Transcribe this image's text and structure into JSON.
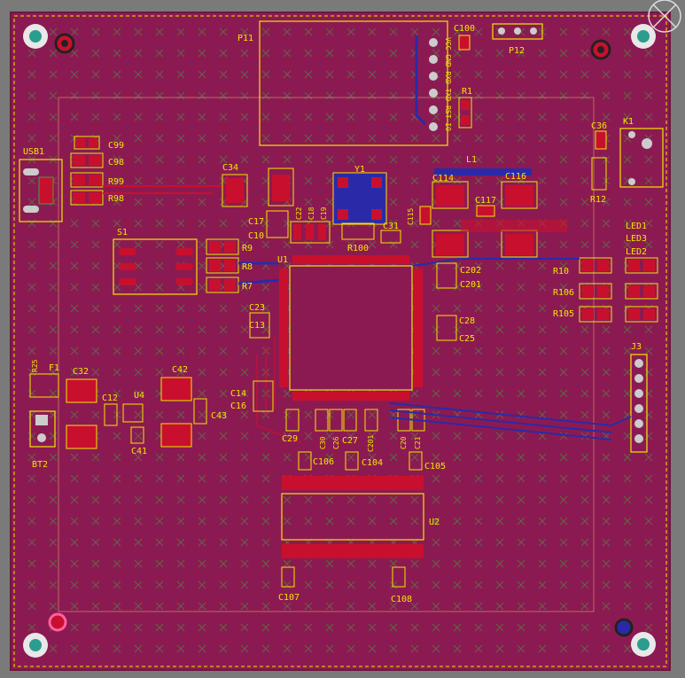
{
  "colors": {
    "background": "#7a7a7a",
    "board": "#8c1a52",
    "top_copper": "#c8102e",
    "bottom_copper": "#2a2aa8",
    "silkscreen": "#f2e600",
    "pad": "#c8102e",
    "hole": "#2a9d8f",
    "keepout": "#3fa03f"
  },
  "labels": {
    "p11": "P11",
    "c100": "C100",
    "p12": "P12",
    "r1": "R1",
    "usb1": "USB1",
    "c99": "C99",
    "c98": "C98",
    "r99": "R99",
    "r98": "R98",
    "c34": "C34",
    "y1": "Y1",
    "c17": "C17",
    "c10": "C10",
    "c22": "C22",
    "c18": "C18",
    "c19": "C19",
    "r100": "R100",
    "c31": "C31",
    "l1": "L1",
    "c114": "C114",
    "c116": "C116",
    "c115": "C115",
    "c117": "C117",
    "c36": "C36",
    "k1": "K1",
    "r12": "R12",
    "led1": "LED1",
    "led3": "LED3",
    "led2": "LED2",
    "s1": "S1",
    "r9": "R9",
    "r8": "R8",
    "r7": "R7",
    "u1": "U1",
    "c202": "C202",
    "c201": "C201",
    "r10": "R10",
    "r106": "R106",
    "r105": "R105",
    "c23": "C23",
    "c13": "C13",
    "c28": "C28",
    "c25": "C25",
    "j3": "J3",
    "r25": "R25",
    "f1": "F1",
    "c32": "C32",
    "c42": "C42",
    "c12": "C12",
    "u4": "U4",
    "c43": "C43",
    "c14": "C14",
    "c16": "C16",
    "c41": "C41",
    "bt2": "BT2",
    "c29": "C29",
    "c30": "C30",
    "c26": "C26",
    "c27": "C27",
    "c201b": "C201",
    "c20": "C20",
    "c21": "C21",
    "c106": "C106",
    "c104": "C104",
    "c105": "C105",
    "u2": "U2",
    "c107": "C107",
    "c108": "C108",
    "header_pins": "VCC GND RXD TXD RST IO"
  }
}
